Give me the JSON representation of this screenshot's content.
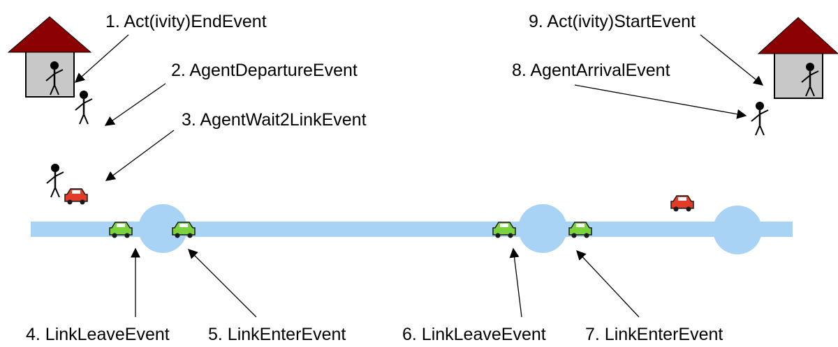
{
  "labels": {
    "e1": "1. Act(ivity)EndEvent",
    "e2": "2. AgentDepartureEvent",
    "e3": "3. AgentWait2LinkEvent",
    "e4": "4. LinkLeaveEvent",
    "e5": "5. LinkEnterEvent",
    "e6": "6. LinkLeaveEvent",
    "e7": "7. LinkEnterEvent",
    "e8": "8. AgentArrivalEvent",
    "e9": "9. Act(ivity)StartEvent"
  },
  "colors": {
    "road": "#a9d3f5",
    "node": "#a9d3f5",
    "roof": "#8b0000",
    "house_wall": "#c8c8c8",
    "car_moving": "#7cd23c",
    "car_parked": "#e03c28",
    "arrow": "#000000"
  },
  "icons": {
    "house": "house-icon",
    "person": "person-icon",
    "car": "car-icon"
  }
}
